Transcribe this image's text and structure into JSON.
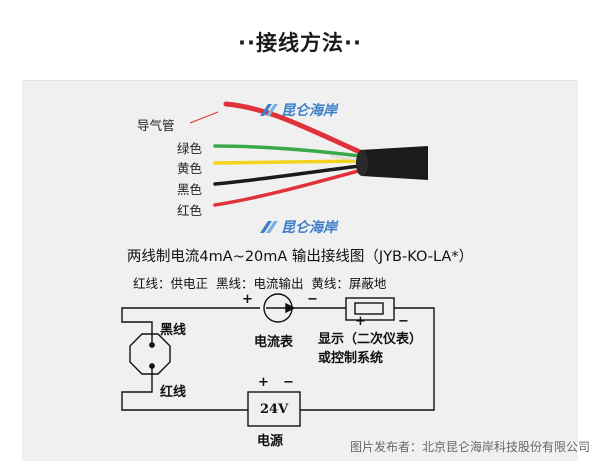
{
  "header": {
    "title": "··接线方法··"
  },
  "brand": {
    "logo_text": "昆仑海岸"
  },
  "cable": {
    "tube_label": "导气管",
    "wires": [
      {
        "label": "绿色",
        "color": "#3aa84a"
      },
      {
        "label": "黄色",
        "color": "#f2d21c"
      },
      {
        "label": "黑色",
        "color": "#1a1a1a"
      },
      {
        "label": "红色",
        "color": "#e0323a"
      }
    ],
    "tube_color": "#e0323a",
    "sheath_color": "#1b1b1b"
  },
  "diagram": {
    "title": "两线制电流4mA~20mA 输出接线图（JYB-KO-LA*）",
    "legend": "红线：供电正  黑线：电流输出  黄线：屏蔽地",
    "sensor_black_label": "黑线",
    "sensor_red_label": "红线",
    "ammeter_label": "电流表",
    "display_label_1": "显示（二次仪表）",
    "display_label_2": "或控制系统",
    "power_value": "24V",
    "power_label": "电源",
    "plus": "+",
    "minus": "−"
  },
  "footer": {
    "credit": "图片发布者：北京昆仑海岸科技股份有限公司"
  }
}
